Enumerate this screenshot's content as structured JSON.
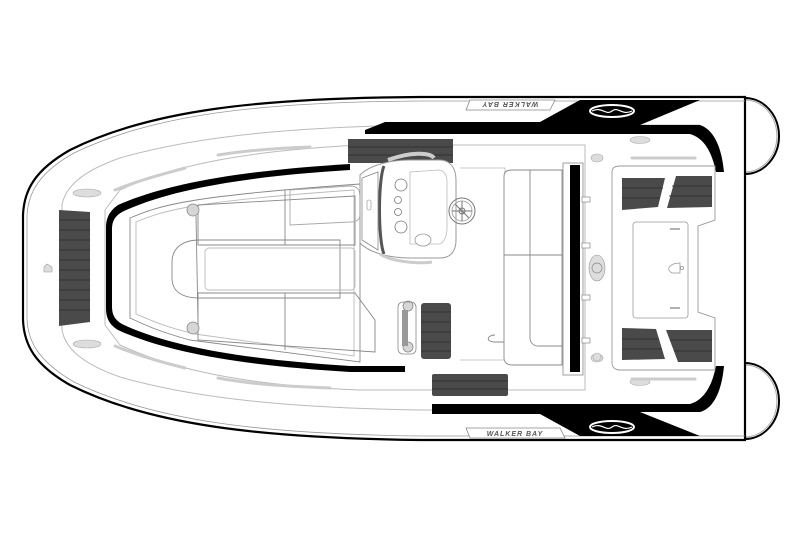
{
  "diagram": {
    "type": "boat-deck-plan-top-view",
    "subject": "Walker Bay rigid inflatable boat, center console layout",
    "orientation": {
      "bow": "left",
      "stern": "right"
    },
    "colors": {
      "background": "#ffffff",
      "outline": "#000000",
      "line": "#8a8a8a",
      "light_line": "#bdbdbd",
      "deck_pad": "#4a4a4a",
      "accent_fill": "#d6d6d6"
    },
    "labels": {
      "brand_top": "WALKER BAY",
      "brand_bottom": "WALKER BAY"
    },
    "components": [
      {
        "name": "inflatable-tube",
        "description": "Outer collar running bow to stern with rounded stern pontoons"
      },
      {
        "name": "bow-deck-pad",
        "description": "Dark traction pad at bow"
      },
      {
        "name": "bow-cushions",
        "description": "Forward U-shaped seating with cushions"
      },
      {
        "name": "center-console",
        "description": "Console with four gauges and steering wheel"
      },
      {
        "name": "console-seat",
        "description": "Bench seat aft of console"
      },
      {
        "name": "stern-deck-pads",
        "description": "Four dark traction pads on stern platform"
      },
      {
        "name": "transom-hatch",
        "description": "Rear hatch on stern platform"
      },
      {
        "name": "side-deck-pads",
        "description": "Dark pads on port and starboard side decks"
      },
      {
        "name": "cleats",
        "description": "Circular cleats at corners of bow seating"
      }
    ],
    "gauges_count": 4
  }
}
